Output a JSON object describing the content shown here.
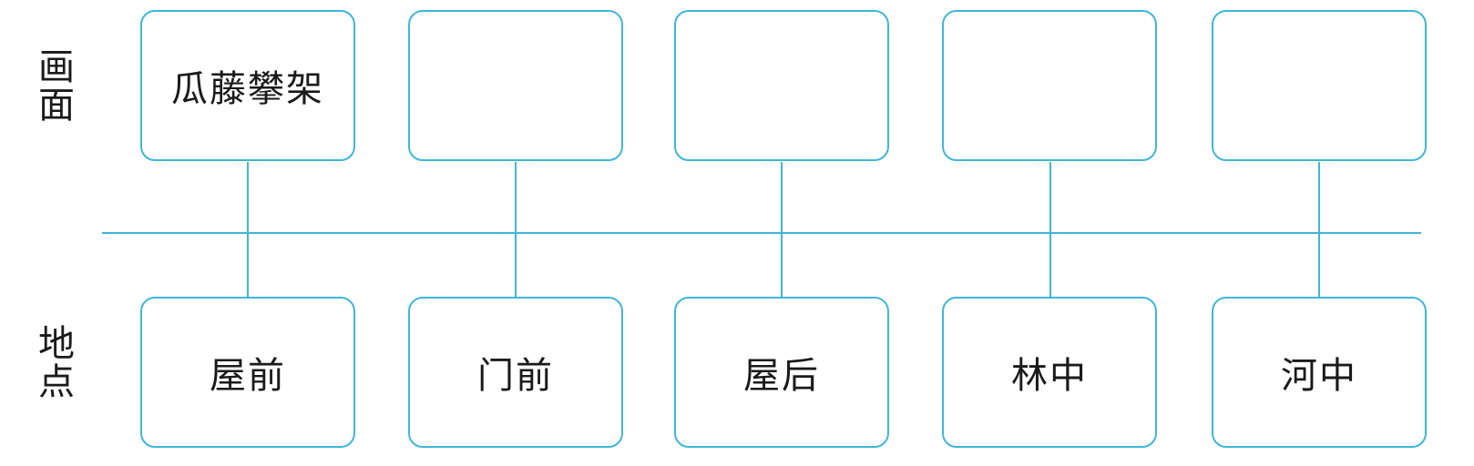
{
  "labels": {
    "top": "画面",
    "bottom": "地点"
  },
  "scenes": [
    "瓜藤攀架",
    "",
    "",
    "",
    ""
  ],
  "places": [
    "屋前",
    "门前",
    "屋后",
    "林中",
    "河中"
  ],
  "colors": {
    "line": "#3fb6d8",
    "text": "#1a1a1a"
  }
}
